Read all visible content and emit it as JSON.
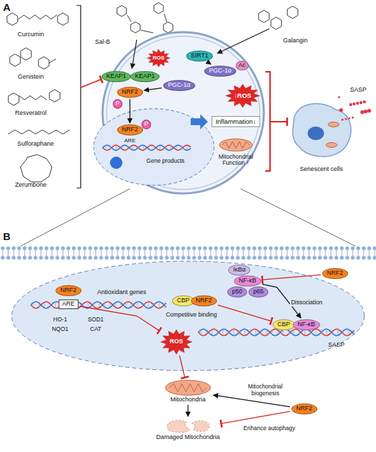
{
  "diagram": {
    "nodes": [
      {
        "text": [
          "KEAP1"
        ]
      },
      {
        "text": [
          "KEAP1"
        ]
      },
      {
        "text": [
          "NRF2"
        ]
      },
      {
        "text": [
          "P"
        ]
      },
      {
        "text": [
          "ROS"
        ]
      },
      {
        "text": [
          "SIRT1"
        ]
      },
      {
        "text": [
          "PGC-1α"
        ]
      },
      {
        "text": [
          "PGC-1α"
        ]
      },
      {
        "text": [
          "Ac"
        ]
      },
      {
        "text": [
          "NRF2"
        ]
      },
      {
        "text": [
          "P"
        ]
      },
      {
        "text": [
          "↓ROS"
        ]
      },
      {
        "text": [
          "Inflammation↓"
        ]
      },
      {
        "text": [
          "NRF2"
        ]
      },
      {
        "text": [
          "ARE"
        ]
      },
      {
        "text": [
          "IκBα"
        ]
      },
      {
        "text": [
          "NF-κB"
        ]
      },
      {
        "text": [
          "p50"
        ]
      },
      {
        "text": [
          "p65"
        ]
      },
      {
        "text": [
          "NRF2"
        ]
      },
      {
        "text": [
          "CBP"
        ]
      },
      {
        "text": [
          "NRF2"
        ]
      },
      {
        "text": [
          "CBP"
        ]
      },
      {
        "text": [
          "NF-κB"
        ]
      },
      {
        "text": [
          "ROS"
        ]
      },
      {
        "text": [
          "Mitochondria"
        ]
      },
      {
        "text": [
          "Damaged Mitochondria"
        ]
      },
      {
        "text": [
          "NRF2"
        ]
      }
    ],
    "edges": [
      {
        "from": 2,
        "to": 9,
        "arrow": "to"
      },
      {
        "from": 5,
        "to": 7,
        "arrow": "to"
      },
      {
        "from": 6,
        "to": 2,
        "arrow": "to"
      },
      {
        "from": 14,
        "to": 24,
        "arrow": "to"
      },
      {
        "from": 19,
        "to": 16,
        "arrow": "to"
      },
      {
        "from": 16,
        "to": 23,
        "label": "Dissociation",
        "arrow": "to"
      },
      {
        "from": 21,
        "to": 22,
        "arrow": "to"
      },
      {
        "from": 24,
        "to": 25,
        "arrow": "to"
      },
      {
        "from": 25,
        "to": 26,
        "arrow": "to"
      },
      {
        "from": 27,
        "to": 25,
        "label": "Mitochondrial biogenesis",
        "arrow": "to"
      },
      {
        "from": 27,
        "to": 26,
        "label": "Enhance autophagy",
        "arrow": "to"
      }
    ],
    "labels": [
      "A",
      "Curcumin",
      "Genistein",
      "Resveratrol",
      "Sulforaphane",
      "Zerumbone",
      "Sal-B",
      "Galangin",
      "ARE",
      "Gene products",
      "Mitochondrial Function ↑",
      "SASP",
      "Senescent cells",
      "B",
      "Antioxidant genes",
      "HO-1",
      "SOD1",
      "NQO1",
      "CAT",
      "Competitive binding",
      "SASP"
    ]
  }
}
